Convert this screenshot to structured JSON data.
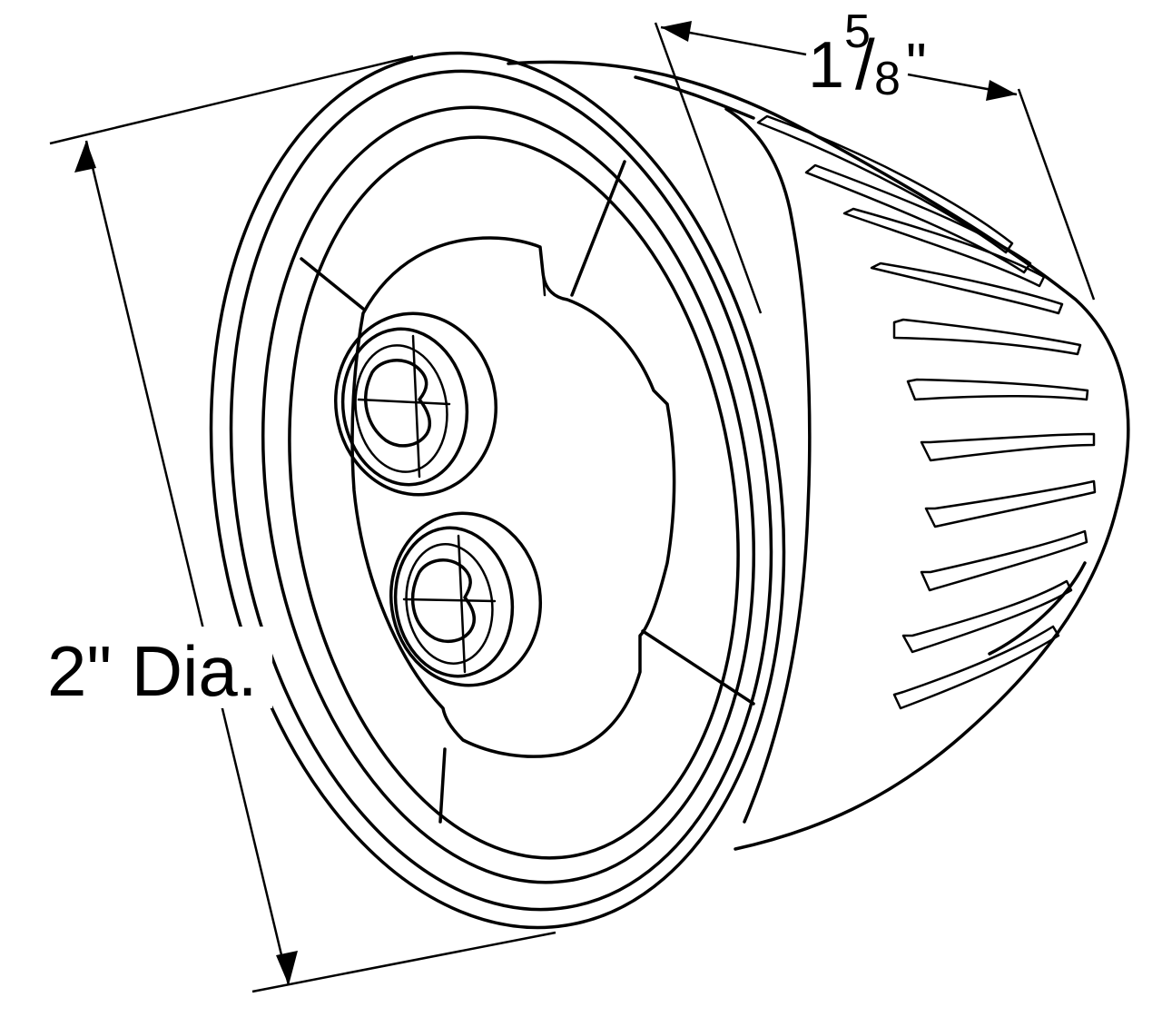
{
  "dimensions": {
    "diameter_label": "2\" Dia.",
    "length_whole": "1",
    "length_numerator": "5",
    "length_slash": "/",
    "length_denominator": "8",
    "length_unit": "\""
  },
  "colors": {
    "ink": "#000000",
    "background": "#ffffff"
  }
}
